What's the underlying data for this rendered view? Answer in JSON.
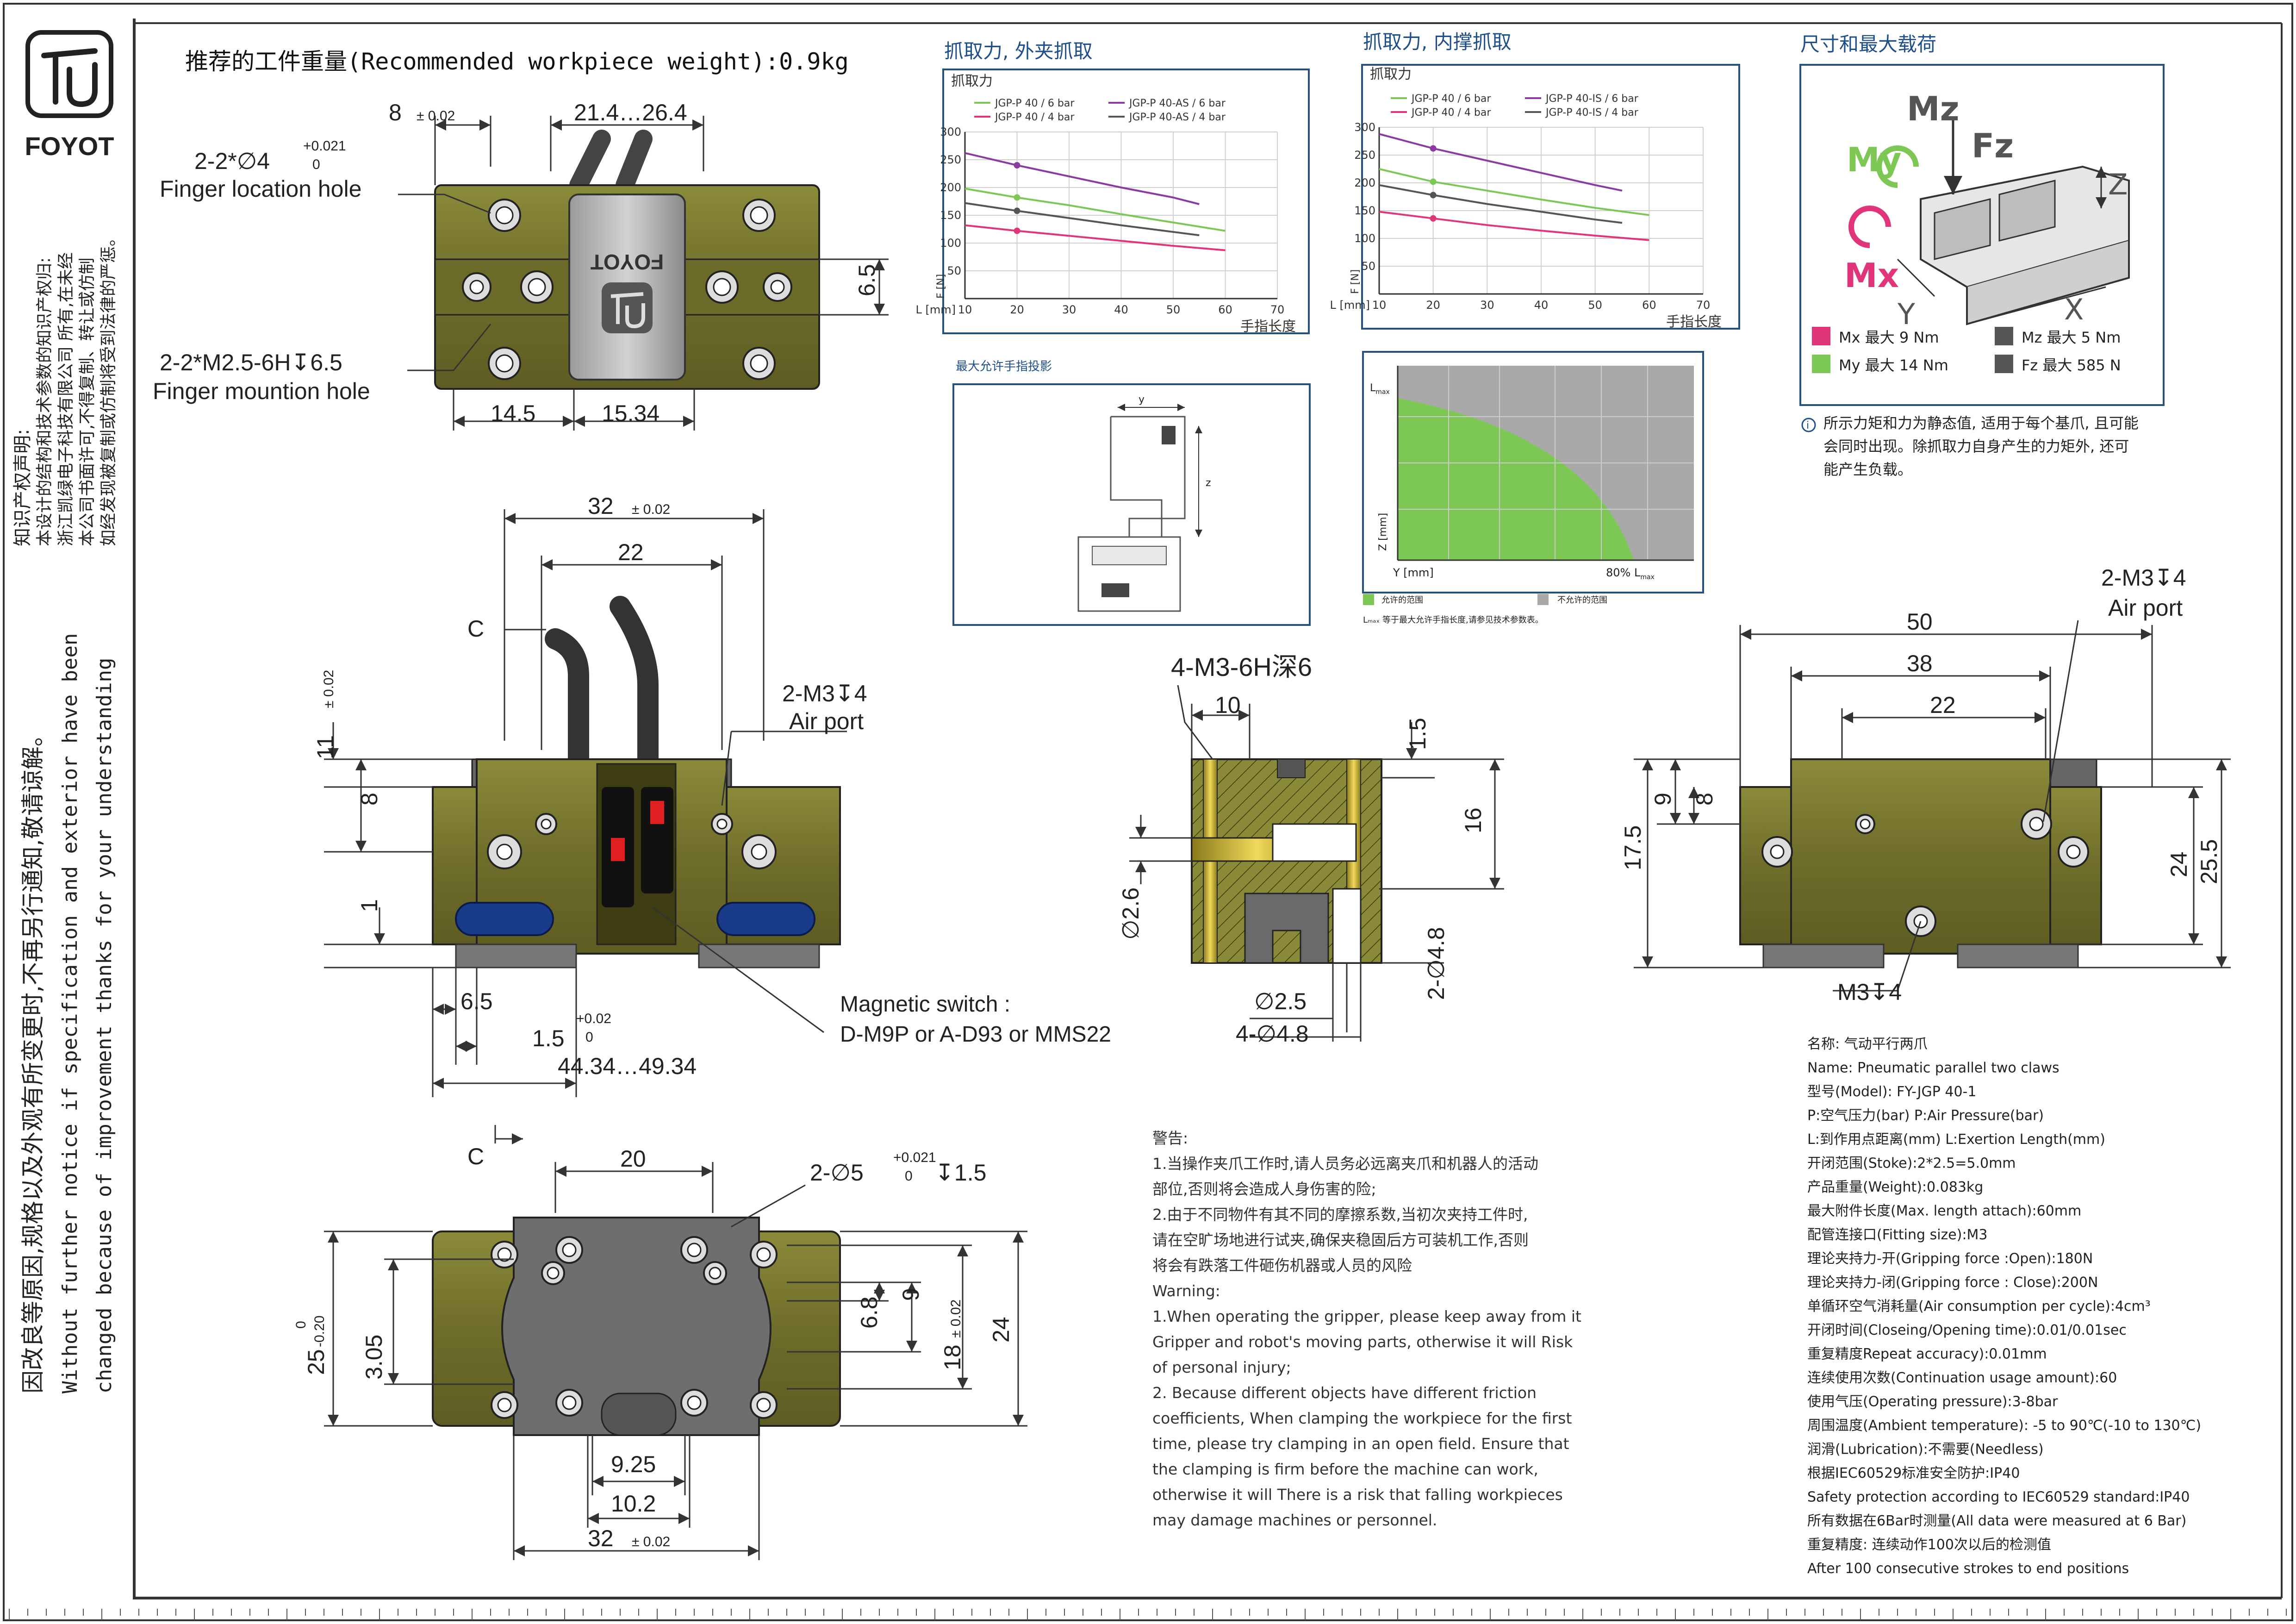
{
  "brand": {
    "name": "FOYOT"
  },
  "side_notes": {
    "ip_title": "知识产权声明:",
    "ip_lines": [
      "本设计的结构和技术参数的知识产权归:",
      "浙江凯绿电子科技有限公司 所有,在未经",
      "本公司书面许可,不得复制、转让或仿制",
      "如经发现被复制或仿制将受到法律的严惩。"
    ],
    "notice_cn": "因改良等原因,规格以及外观有所变更时,不再另行通知,敬请谅解。",
    "notice_en_1": "Without further  notice if specification and exterior have been",
    "notice_en_2": "changed because of improvement thanks for your understanding"
  },
  "header": {
    "recommended_weight": "推荐的工件重量(Recommended workpiece weight):0.9kg"
  },
  "top_view": {
    "dims": {
      "d8": "8",
      "d8_tol": "± 0.02",
      "d21": "21.4…26.4",
      "d65": "6.5",
      "d145": "14.5",
      "d1534": "15.34"
    },
    "hole1": {
      "name": "2-2*∅4",
      "tol_up": "+0.021",
      "tol_dn": "0",
      "label": "Finger location hole"
    },
    "hole2": {
      "name": "2-2*M2.5-6H↧6.5",
      "label": "Finger mountion hole"
    }
  },
  "front_view": {
    "dims": {
      "d32": "32",
      "d32_tol": "± 0.02",
      "d22": "22",
      "d11": "11",
      "d11_tol": "± 0.02",
      "d8": "8",
      "d1": "1",
      "d65": "6.5",
      "d15": "1.5",
      "d15_up": "+0.02",
      "d15_dn": "0",
      "stroke": "44.34…49.34"
    },
    "section_mark": "C",
    "air_port_name": "2-M3↧4",
    "air_port_label": "Air port",
    "switch_title": "Magnetic switch :",
    "switch_models": "D-M9P or A-D93 or MMS22"
  },
  "bottom_view": {
    "section_mark": "C",
    "dims": {
      "d20": "20",
      "hole": "2-∅5",
      "hole_up": "+0.021",
      "hole_dn": "0",
      "hole_depth": "↧1.5",
      "d25": "25",
      "d25_up": "0",
      "d25_dn": "-0.20",
      "d305": "3.05",
      "d68": "6.8",
      "d9": "9",
      "d18": "18",
      "d18_tol": "± 0.02",
      "d24": "24",
      "d925": "9.25",
      "d102": "10.2",
      "d32": "32",
      "d32_tol": "± 0.02"
    }
  },
  "section_view": {
    "thread": "4-M3-6H深6",
    "dims": {
      "d10": "10",
      "d15": "1.5",
      "d16": "16",
      "d26": "∅2.6",
      "d48a": "2-∅4.8",
      "d25": "∅2.5",
      "d48b": "4-∅4.8"
    }
  },
  "side_view": {
    "air_name": "2-M3↧4",
    "air_label": "Air port",
    "dims": {
      "d50": "50",
      "d38": "38",
      "d22": "22",
      "d175": "17.5",
      "d9": "9",
      "d8": "8",
      "d24": "24",
      "d255": "25.5",
      "m3": "M3↧4"
    }
  },
  "chart_outer_title": "抓取力, 外夹抓取",
  "chart_inner_title": "抓取力, 内撑抓取",
  "chart_data": [
    {
      "type": "line",
      "title": "抓取力",
      "xlabel": "手指长度",
      "xunit": "L [mm]",
      "yunit": "F [N]",
      "x": [
        10,
        20,
        30,
        40,
        50,
        60,
        70
      ],
      "xlim": [
        10,
        70
      ],
      "ylim": [
        0,
        300
      ],
      "yticks": [
        300,
        250,
        200,
        150,
        100,
        50
      ],
      "grid": true,
      "legend": "top",
      "series": [
        {
          "name": "JGP-P 40 / 6 bar",
          "color": "#7dc855",
          "points": [
            [
              10,
              198
            ],
            [
              20,
              182
            ],
            [
              30,
              168
            ],
            [
              40,
              152
            ],
            [
              50,
              137
            ],
            [
              60,
              122
            ]
          ]
        },
        {
          "name": "JGP-P 40-AS / 6 bar",
          "color": "#8b3aa0",
          "points": [
            [
              10,
              262
            ],
            [
              20,
              240
            ],
            [
              30,
              220
            ],
            [
              40,
              200
            ],
            [
              50,
              182
            ],
            [
              55,
              170
            ]
          ]
        },
        {
          "name": "JGP-P 40 / 4 bar",
          "color": "#e0357a",
          "points": [
            [
              10,
              132
            ],
            [
              20,
              122
            ],
            [
              30,
              113
            ],
            [
              40,
              104
            ],
            [
              50,
              95
            ],
            [
              60,
              87
            ]
          ]
        },
        {
          "name": "JGP-P 40-AS / 4 bar",
          "color": "#555555",
          "points": [
            [
              10,
              172
            ],
            [
              20,
              158
            ],
            [
              30,
              145
            ],
            [
              40,
              132
            ],
            [
              50,
              120
            ],
            [
              55,
              114
            ]
          ]
        }
      ]
    },
    {
      "type": "line",
      "title": "抓取力",
      "xlabel": "手指长度",
      "xunit": "L [mm]",
      "yunit": "F [N]",
      "x": [
        10,
        20,
        30,
        40,
        50,
        60,
        70
      ],
      "xlim": [
        10,
        70
      ],
      "ylim": [
        0,
        300
      ],
      "yticks": [
        300,
        250,
        200,
        150,
        100,
        50
      ],
      "grid": true,
      "legend": "top",
      "series": [
        {
          "name": "JGP-P 40 / 6 bar",
          "color": "#7dc855",
          "points": [
            [
              10,
              225
            ],
            [
              20,
              202
            ],
            [
              30,
              186
            ],
            [
              40,
              170
            ],
            [
              50,
              155
            ],
            [
              60,
              142
            ]
          ]
        },
        {
          "name": "JGP-P 40-IS / 6 bar",
          "color": "#8b3aa0",
          "points": [
            [
              10,
              288
            ],
            [
              20,
              262
            ],
            [
              30,
              240
            ],
            [
              40,
              218
            ],
            [
              50,
              196
            ],
            [
              55,
              186
            ]
          ]
        },
        {
          "name": "JGP-P 40 / 4 bar",
          "color": "#e0357a",
          "points": [
            [
              10,
              148
            ],
            [
              20,
              136
            ],
            [
              30,
              124
            ],
            [
              40,
              114
            ],
            [
              50,
              105
            ],
            [
              60,
              97
            ]
          ]
        },
        {
          "name": "JGP-P 40-IS / 4 bar",
          "color": "#555555",
          "points": [
            [
              10,
              196
            ],
            [
              20,
              178
            ],
            [
              30,
              162
            ],
            [
              40,
              148
            ],
            [
              50,
              134
            ],
            [
              55,
              128
            ]
          ]
        }
      ]
    }
  ],
  "projection": {
    "title": "最大允许手指投影",
    "y_label": "y",
    "z_label": "z",
    "lmax": "L",
    "lmax_sub": "max",
    "ylabel": "Z [mm]",
    "xlabel": "Y [mm]",
    "xend": "80% L",
    "xend_sub": "max",
    "legend_allowed": "允许的范围",
    "legend_forbidden": "不允许的范围",
    "footnote": "Lₘₐₓ  等于最大允许手指长度,请参见技术参数表。",
    "allowed_color": "#7dc855",
    "forbidden_color": "#a9a9a9"
  },
  "loads": {
    "title": "尺寸和最大载荷",
    "labels": {
      "mz": "Mz",
      "fz": "Fz",
      "my": "My",
      "mx": "Mx",
      "z": "Z",
      "y": "Y",
      "x": "X"
    },
    "items": [
      {
        "label": "Mx  最大 9 Nm",
        "color": "#e0357a"
      },
      {
        "label": "Mz  最大 5 Nm",
        "color": "#555555"
      },
      {
        "label": "My  最大 14 Nm",
        "color": "#7dc855"
      },
      {
        "label": "Fz  最大 585 N",
        "color": "#555555"
      }
    ],
    "note_1": "所示力矩和力为静态值, 适用于每个基爪, 且可能",
    "note_2": "会同时出现。除抓取力自身产生的力矩外, 还可",
    "note_3": "能产生负载。"
  },
  "warning": {
    "lines": [
      "警告:",
      "1.当操作夹爪工作时,请人员务必远离夹爪和机器人的活动",
      "部位,否则将会造成人身伤害的险;",
      "2.由于不同物件有其不同的摩擦系数,当初次夹持工件时,",
      "请在空旷场地进行试夹,确保夹稳固后方可装机工作,否则",
      "将会有跌落工件砸伤机器或人员的风险",
      "Warning:",
      "1.When operating the gripper, please keep away from it",
      "Gripper and robot's moving parts, otherwise it will Risk",
      "of personal injury;",
      "2. Because different objects have different friction",
      "coefficients, When clamping the workpiece for the first",
      "time, please try clamping in an open field. Ensure that",
      "the clamping is firm before the machine can work,",
      "otherwise it will There is a risk that falling workpieces",
      "may damage machines or personnel."
    ]
  },
  "specs": {
    "lines": [
      "名称: 气动平行两爪",
      "Name: Pneumatic parallel two claws",
      "型号(Model): FY-JGP 40-1",
      "P:空气压力(bar) P:Air Pressure(bar)",
      "L:到作用点距离(mm) L:Exertion Length(mm)",
      "开闭范围(Stoke):2*2.5=5.0mm",
      "产品重量(Weight):0.083kg",
      "最大附件长度(Max. length attach):60mm",
      "配管连接口(Fitting size):M3",
      "理论夹持力-开(Gripping force :Open):180N",
      "理论夹持力-闭(Gripping force : Close):200N",
      "单循环空气消耗量(Air consumption per cycle):4cm³",
      "开闭时间(Closeing/Opening time):0.01/0.01sec",
      "重复精度Repeat accuracy):0.01mm",
      "连续使用次数(Continuation usage amount):60",
      "使用气压(Operating pressure):3-8bar",
      "周围温度(Ambient temperature): -5 to 90℃(-10 to 130℃)",
      "润滑(Lubrication):不需要(Needless)",
      "根据IEC60529标准安全防护:IP40",
      "Safety protection according to IEC60529 standard:IP40",
      "所有数据在6Bar时测量(All data were measured at 6 Bar)",
      "重复精度: 连续动作100次以后的检测值",
      "After 100 consecutive strokes to end positions"
    ]
  }
}
